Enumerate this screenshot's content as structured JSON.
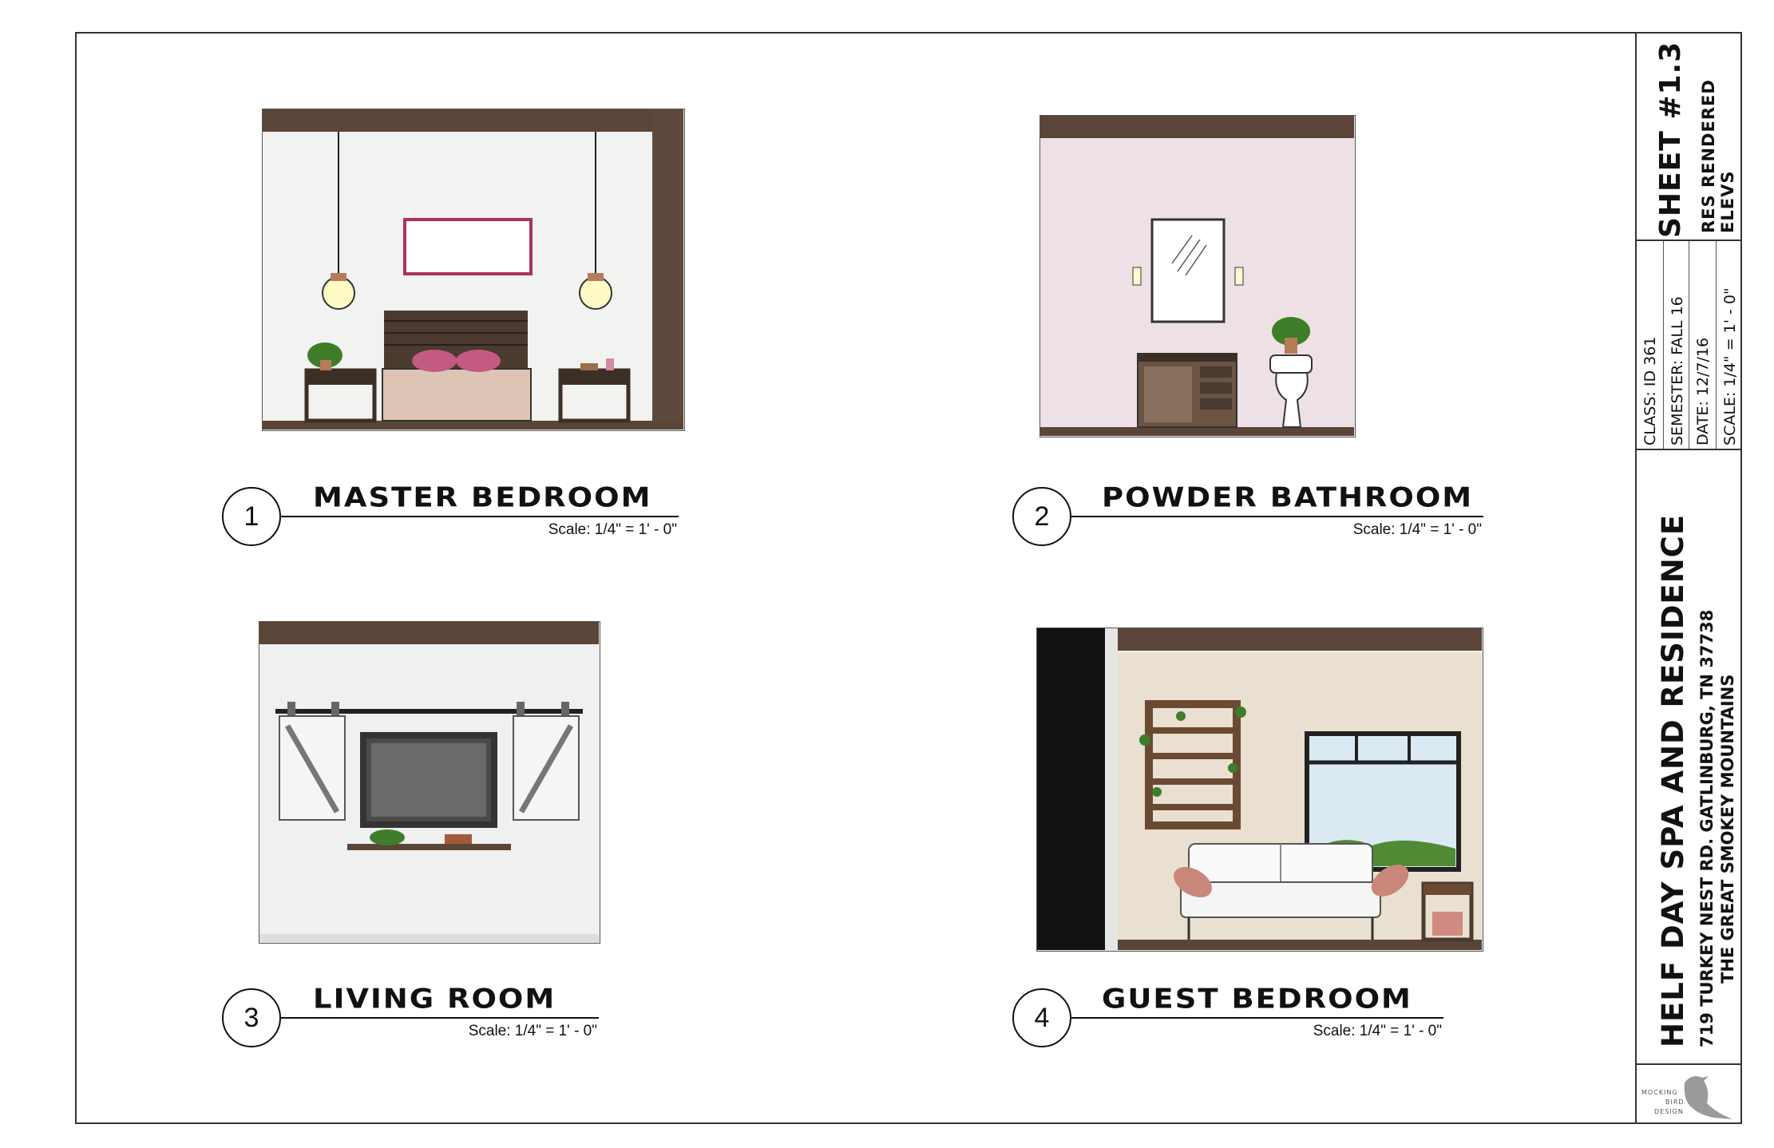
{
  "drawings": [
    {
      "number": "1",
      "title": "MASTER BEDROOM",
      "scale": "Scale: 1/4\" = 1' - 0\""
    },
    {
      "number": "2",
      "title": "POWDER BATHROOM",
      "scale": "Scale: 1/4\" = 1' - 0\""
    },
    {
      "number": "3",
      "title": "LIVING ROOM",
      "scale": "Scale: 1/4\" = 1' - 0\""
    },
    {
      "number": "4",
      "title": "GUEST BEDROOM",
      "scale": "Scale: 1/4\" = 1' - 0\""
    }
  ],
  "title_block": {
    "sheet_number": "SHEET #1.3",
    "sheet_title_line1": "RES RENDERED",
    "sheet_title_line2": "ELEVS",
    "class": "CLASS: ID 361",
    "semester": "SEMESTER: FALL 16",
    "date": "DATE: 12/7/16",
    "scale": "SCALE: 1/4\" = 1' - 0\"",
    "project_name": "HELF DAY SPA AND RESIDENCE",
    "address_line1": "719 TURKEY NEST RD. GATLINBURG, TN 37738",
    "address_line2": "THE GREAT SMOKEY MOUNTAINS",
    "logo_text": [
      "MOCKING",
      "BIRD",
      "DESIGN"
    ]
  },
  "colors": {
    "wood": "#5a4538",
    "wall": "#efefed",
    "accent_pink": "#a8345a",
    "plant": "#3f7d2a",
    "pillow": "#c9877a"
  }
}
